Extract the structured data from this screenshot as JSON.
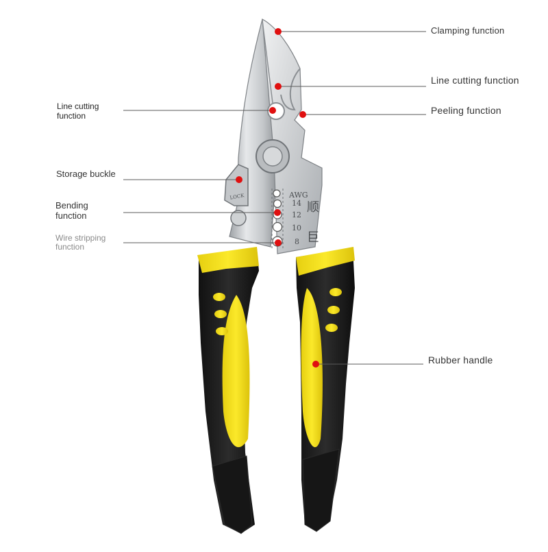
{
  "image": {
    "subject": "multi-function wire stripping pliers with yellow and black rubber handles",
    "colors": {
      "handle_yellow": "#F5E11C",
      "handle_black": "#1E1E1E",
      "steel": "#C9CBCD",
      "marker_red": "#E01010",
      "leader_line": "#555555"
    }
  },
  "callouts": {
    "clamping": "Clamping function",
    "line_cutting_right": "Line cutting function",
    "peeling": "Peeling function",
    "line_cutting_left_1": "Line cutting",
    "line_cutting_left_2": "function",
    "storage_buckle": "Storage buckle",
    "bending_1": "Bending",
    "bending_2": "function",
    "wire_stripping_1": "Wire stripping",
    "wire_stripping_2": "function",
    "rubber_handle": "Rubber handle"
  },
  "tool_markings": {
    "awg": "AWG",
    "gauge_14": "14",
    "gauge_12": "12",
    "gauge_10": "10",
    "gauge_8": "8",
    "lock": "LOCK",
    "brand_1": "顺",
    "brand_2": "巨"
  }
}
